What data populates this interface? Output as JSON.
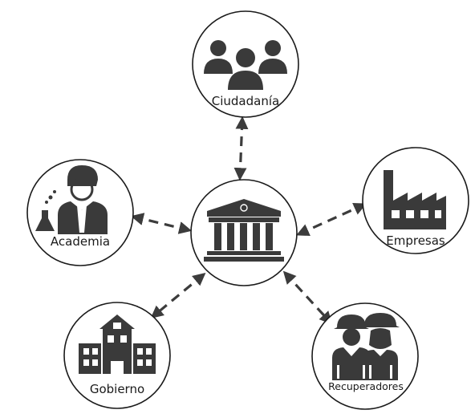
{
  "diagram": {
    "center": {
      "icon": "bank-building-icon"
    },
    "nodes": [
      {
        "id": "ciudadania",
        "label": "Ciudadanía",
        "icon": "people-group-icon"
      },
      {
        "id": "academia",
        "label": "Academia",
        "icon": "scientist-icon"
      },
      {
        "id": "empresas",
        "label": "Empresas",
        "icon": "factory-icon"
      },
      {
        "id": "gobierno",
        "label": "Gobierno",
        "icon": "school-building-icon"
      },
      {
        "id": "recuperadores",
        "label": "Recuperadores",
        "icon": "workers-helmet-icon"
      }
    ],
    "edges": [
      {
        "from": "center",
        "to": "ciudadania",
        "direction": "both"
      },
      {
        "from": "center",
        "to": "academia",
        "direction": "both"
      },
      {
        "from": "center",
        "to": "empresas",
        "direction": "both"
      },
      {
        "from": "center",
        "to": "gobierno",
        "direction": "both"
      },
      {
        "from": "center",
        "to": "recuperadores",
        "direction": "both"
      }
    ],
    "colors": {
      "stroke": "#1a1a1a",
      "icon": "#3a3a3a",
      "connector": "#3c3c3c"
    }
  }
}
